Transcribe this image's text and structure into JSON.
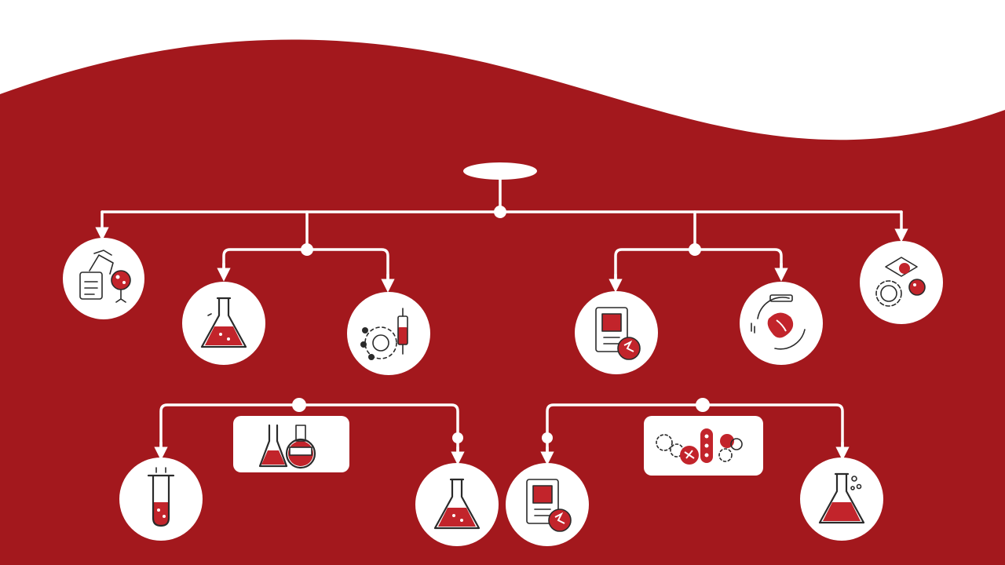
{
  "colors": {
    "background_red": "#a3181d",
    "top_white": "#ffffff",
    "accent_red": "#c2242b",
    "line_white": "#ffffff",
    "icon_outline": "#2a2a2a"
  },
  "diagram": {
    "root": {
      "label": ""
    },
    "top_level_nodes": [
      {
        "id": "n1",
        "icon": "lab-book-microbe-icon"
      },
      {
        "id": "group-left",
        "children": [
          "n2",
          "n3"
        ]
      },
      {
        "id": "group-right",
        "children": [
          "n4",
          "n5"
        ]
      },
      {
        "id": "n6",
        "icon": "gear-microbe-icon"
      }
    ],
    "nodes": [
      {
        "id": "n2",
        "icon": "erlenmeyer-flask-icon"
      },
      {
        "id": "n3",
        "icon": "cells-syringe-icon"
      },
      {
        "id": "n4",
        "icon": "book-bacteria-icon"
      },
      {
        "id": "n5",
        "icon": "recycle-bacteria-icon"
      },
      {
        "id": "n7",
        "icon": "test-tube-icon"
      },
      {
        "id": "n8",
        "icon": "erlenmeyer-flask-icon"
      },
      {
        "id": "n9",
        "icon": "book-bacteria-icon"
      },
      {
        "id": "n10",
        "icon": "flask-bubbles-icon"
      }
    ],
    "sub_groups": [
      {
        "id": "bottom-left",
        "box_icon": "flasks-icon",
        "children": [
          "n7",
          "n8"
        ]
      },
      {
        "id": "bottom-right",
        "box_icon": "microbes-cluster-icon",
        "children": [
          "n9",
          "n10"
        ]
      }
    ]
  }
}
